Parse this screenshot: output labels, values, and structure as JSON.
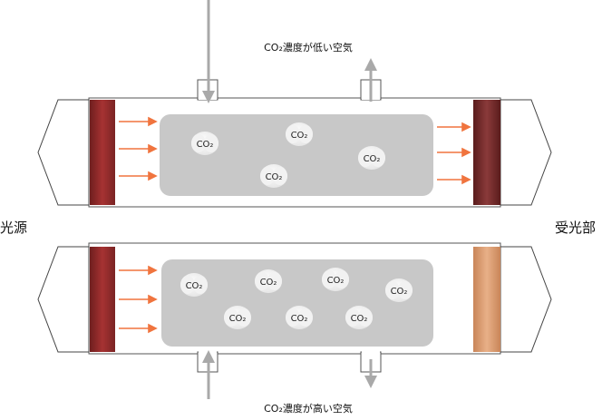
{
  "labels": {
    "top_air": "CO₂濃度が低い空気",
    "bottom_air": "CO₂濃度が高い空気",
    "light_source": "光源",
    "receiver": "受光部"
  },
  "molecule_label": "CO₂",
  "top_chamber": {
    "molecule_count": 4
  },
  "bottom_chamber": {
    "molecule_count": 7
  },
  "colors": {
    "source": "#8e2b2b",
    "receiver_top": "#6b2222",
    "receiver_bottom": "#d99a6c",
    "arrow": "#f0743e",
    "chamber": "#c8c8c8",
    "flow_arrow": "#a9a9a9"
  }
}
